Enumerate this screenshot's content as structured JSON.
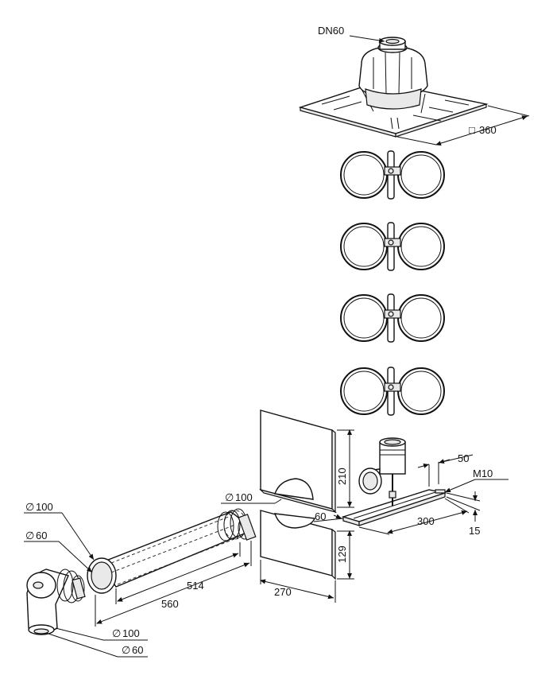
{
  "labels": {
    "dn60": "DN60",
    "sq360": "360",
    "d100_a": "100",
    "d60_a": "60",
    "d100_b": "100",
    "d60_b": "60",
    "d100_c": "100",
    "len514": "514",
    "len560": "560",
    "h210": "210",
    "h129": "129",
    "w270": "270",
    "w60": "60",
    "w50": "50",
    "m10": "M10",
    "w300": "300",
    "t15": "15"
  },
  "symbols": {
    "diameter": "∅",
    "square": "□"
  }
}
